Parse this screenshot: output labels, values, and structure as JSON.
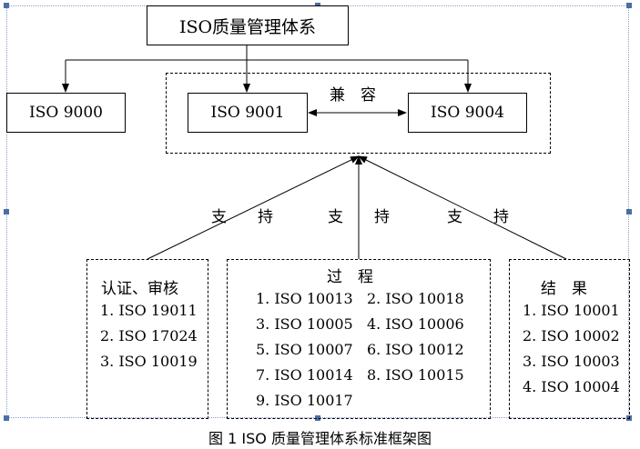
{
  "root": "ISO质量管理体系",
  "standards": {
    "iso9000": "ISO 9000",
    "iso9001": "ISO 9001",
    "iso9004": "ISO 9004"
  },
  "compat_label": "兼　容",
  "support_label": "支　　持",
  "groups": {
    "cert": {
      "title": "认证、审核",
      "items": [
        "1. ISO 19011",
        "2. ISO 17024",
        "3. ISO 10019"
      ]
    },
    "process": {
      "title": "过　程",
      "items": [
        "1. ISO 10013",
        "2. ISO 10018",
        "3. ISO 10005",
        "4. ISO 10006",
        "5. ISO 10007",
        "6. ISO 10012",
        "7. ISO 10014",
        "8. ISO 10015",
        "9. ISO 10017"
      ]
    },
    "result": {
      "title": "结　果",
      "items": [
        "1. ISO 10001",
        "2. ISO 10002",
        "3. ISO 10003",
        "4. ISO 10004"
      ]
    }
  },
  "caption": "图 1  ISO 质量管理体系标准框架图",
  "colors": {
    "line": "#000000",
    "frame": "#8aa0c0",
    "handle": "#4a6fa5"
  }
}
